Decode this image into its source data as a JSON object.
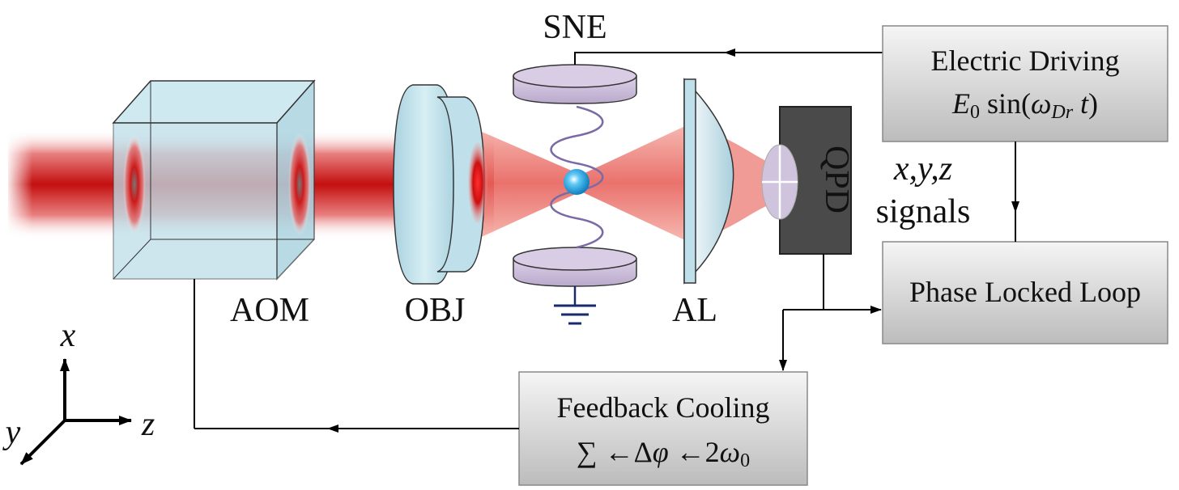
{
  "components": {
    "aom": "AOM",
    "obj": "OBJ",
    "sne": "SNE",
    "al": "AL",
    "qpd": "QPD"
  },
  "boxes": {
    "electric_driving": {
      "title": "Electric Driving",
      "formula_E": "E",
      "formula_E_sub": "0",
      "formula_sin": " sin(",
      "formula_omega": "ω",
      "formula_omega_sub": "Dr",
      "formula_t": "t",
      "formula_close": ")"
    },
    "phase_locked_loop": {
      "title": "Phase Locked Loop"
    },
    "feedback_cooling": {
      "title": "Feedback Cooling",
      "formula_sum": "∑ ←Δ",
      "formula_phi": "φ",
      "formula_two": " ←2",
      "formula_omega": "ω",
      "formula_omega_sub": "0"
    }
  },
  "signals": {
    "xyz": "x,y,z",
    "label": "signals"
  },
  "axes": {
    "x": "x",
    "y": "y",
    "z": "z"
  },
  "colors": {
    "box_fill_top": "#f3f3f3",
    "box_fill_bottom": "#bdbdbd",
    "beam_red": "#cc1111",
    "electrode": "#c9bcd8",
    "glass": "#bfe0ea",
    "qpd_fill": "#4a4a4a",
    "particle": "#29a8e6"
  }
}
